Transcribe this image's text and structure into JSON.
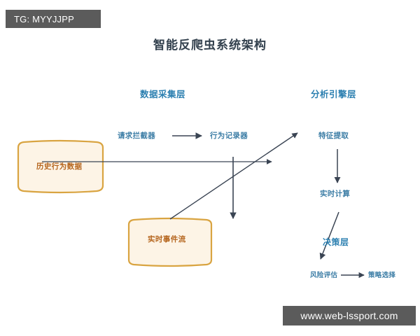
{
  "title": "智能反爬虫系统架构",
  "watermarks": {
    "tg": "TG: MYYJJPP",
    "url": "www.web-lssport.com"
  },
  "colors": {
    "title": "#33414e",
    "layer_heading": "#2b7fb0",
    "node_label": "#3d7ea6",
    "box_label": "#b5651d",
    "box_border": "#d9a441",
    "box_fill": "#fdf4e6",
    "arrow": "#3a4453",
    "watermark_bg": "#5b5b5b"
  },
  "layers": [
    {
      "id": "collect",
      "label": "数据采集层"
    },
    {
      "id": "analysis",
      "label": "分析引擎层"
    },
    {
      "id": "decision",
      "label": "决策层"
    }
  ],
  "nodes": [
    {
      "id": "interceptor",
      "label": "请求拦截器",
      "layer": "collect"
    },
    {
      "id": "recorder",
      "label": "行为记录器",
      "layer": "collect"
    },
    {
      "id": "feature",
      "label": "特征提取",
      "layer": "analysis"
    },
    {
      "id": "realtime",
      "label": "实时计算",
      "layer": "analysis"
    },
    {
      "id": "risk",
      "label": "风险评估",
      "layer": "decision"
    },
    {
      "id": "strategy",
      "label": "策略选择",
      "layer": "decision"
    }
  ],
  "boxes": [
    {
      "id": "history",
      "label": "历史行为数据"
    },
    {
      "id": "stream",
      "label": "实时事件流"
    }
  ],
  "edges": [
    {
      "id": "interceptor-to-recorder",
      "from": "请求拦截器",
      "to": "行为记录器",
      "direction": "right"
    },
    {
      "id": "history-to-right",
      "from": "历史行为数据",
      "to": "行为记录器",
      "direction": "right"
    },
    {
      "id": "recorder-down",
      "from": "行为记录器",
      "to": "实时事件流",
      "direction": "down"
    },
    {
      "id": "stream-to-feature",
      "from": "实时事件流",
      "to": "特征提取",
      "direction": "up-right"
    },
    {
      "id": "feature-to-realtime",
      "from": "特征提取",
      "to": "实时计算",
      "direction": "down"
    },
    {
      "id": "realtime-to-decision",
      "from": "实时计算",
      "to": "决策层",
      "direction": "down-left"
    },
    {
      "id": "risk-to-strategy",
      "from": "风险评估",
      "to": "策略选择",
      "direction": "right"
    }
  ]
}
